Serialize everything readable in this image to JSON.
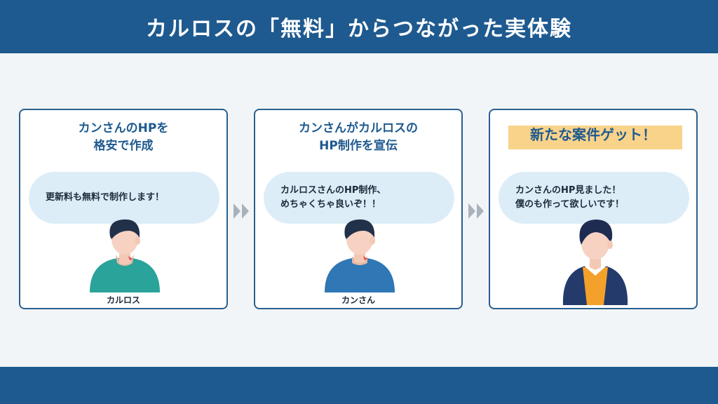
{
  "header": {
    "title": "カルロスの「無料」からつながった実体験"
  },
  "cards": [
    {
      "title_lines": [
        "カンさんのHPを",
        "格安で作成"
      ],
      "bubble_lines": [
        "更新料も無料で制作します！"
      ],
      "name": "カルロス",
      "shirt_color": "#2aa39a"
    },
    {
      "title_lines": [
        "カンさんがカルロスの",
        "HP制作を宣伝"
      ],
      "bubble_lines": [
        "カルロスさんのHP制作、",
        "めちゃくちゃ良いぞ！！"
      ],
      "name": "カンさん",
      "shirt_color": "#2f77b5"
    },
    {
      "title_lines": [
        "新たな案件ゲット！"
      ],
      "bubble_lines": [
        "カンさんのHP見ました！",
        "僕のも作って欲しいです！"
      ],
      "name": "",
      "shirt_color": "#f3a12a"
    }
  ],
  "colors": {
    "header_bg": "#1e5a8f",
    "card_border": "#2a5f8f",
    "bubble_bg": "#dcedf7",
    "highlight": "#f9d38a",
    "arrow": "#a9b2bb"
  },
  "icons": [
    "person-avatar-icon",
    "double-chevron-right-icon"
  ]
}
